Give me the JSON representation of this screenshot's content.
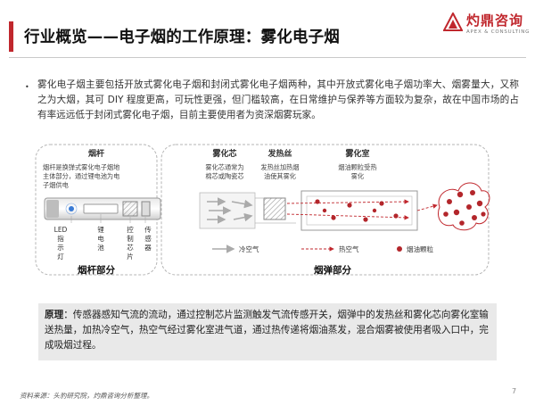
{
  "header": {
    "title": "行业概览——电子烟的工作原理：雾化电子烟",
    "brand_color": "#c0272d"
  },
  "logo": {
    "name_cn": "灼鼎咨询",
    "name_en": "APEX & CONSULTING"
  },
  "intro": {
    "text": "雾化电子烟主要包括开放式雾化电子烟和封闭式雾化电子烟两种，其中开放式雾化电子烟功率大、烟雾量大，又称之为大烟，其可 DIY 程度更高，可玩性更强，但门槛较高，在日常维护与保养等方面较为复杂，故在中国市场的占有率远远低于封闭式雾化电子烟，目前主要使用者为资深烟雾玩家。"
  },
  "diagram": {
    "rod": {
      "title": "烟杆",
      "desc_lines": [
        "烟杆是换弹式雾化电子烟地",
        "主体部分，通过锂电池为电",
        "子烟供电"
      ],
      "parts": [
        {
          "label": "LED指示灯"
        },
        {
          "label": "锂电池"
        },
        {
          "label": "控制芯片"
        },
        {
          "label": "传感器"
        }
      ],
      "section_label": "烟杆部分"
    },
    "cart": {
      "atomizer_core": {
        "title": "雾化芯",
        "desc_lines": [
          "雾化芯通常为",
          "棉芯或陶瓷芯"
        ]
      },
      "heater": {
        "title": "发热丝",
        "desc_lines": [
          "发热丝加热烟",
          "油使其雾化"
        ]
      },
      "chamber": {
        "title": "雾化室",
        "desc_lines": [
          "烟油颗粒受热",
          "雾化"
        ]
      },
      "legend": {
        "cold_air": "冷空气",
        "hot_air": "热空气",
        "particles": "烟油颗粒"
      },
      "section_label": "烟弹部分"
    },
    "colors": {
      "red": "#c0272d",
      "grey": "#9a9a9a",
      "border": "#b5b5b5"
    }
  },
  "principle": {
    "label": "原理",
    "text": "：传感器感知气流的流动，通过控制芯片监测触发气流传感开关，烟弹中的发热丝和雾化芯向雾化室输送热量，加热冷空气，热空气经过雾化室进气道，通过热传递将烟油蒸发，混合烟雾被使用者吸入口中，完成吸烟过程。"
  },
  "footer": {
    "source": "资料来源：头豹研究院，灼鼎咨询分析整理。",
    "page": "7"
  }
}
